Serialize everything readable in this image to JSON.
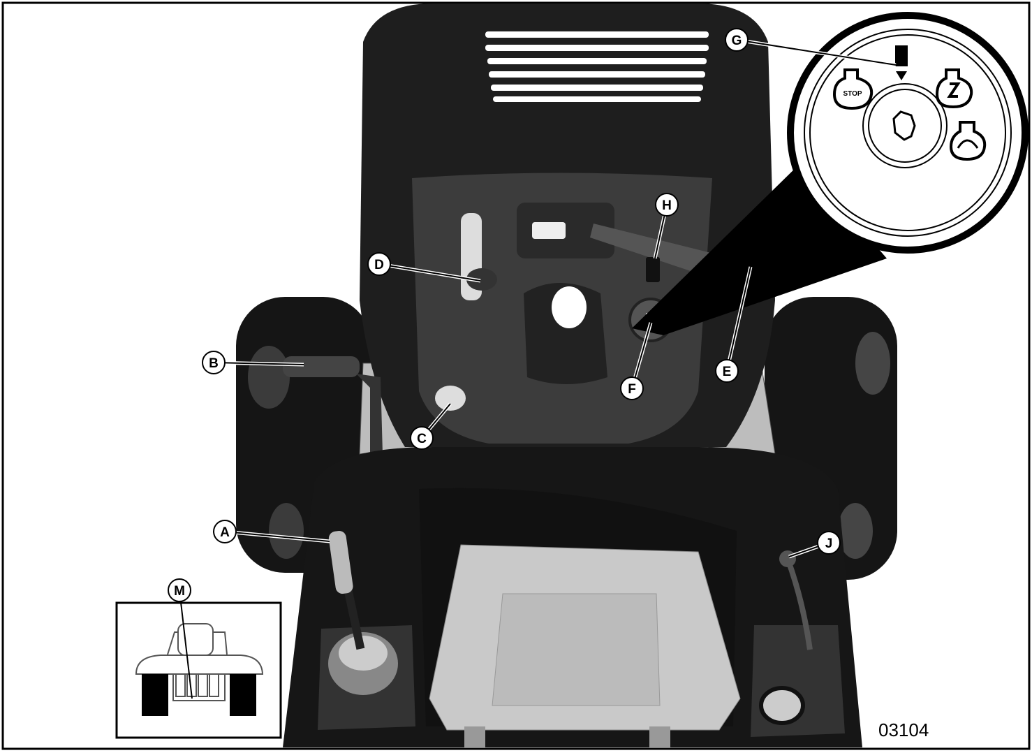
{
  "figure_number": "03104",
  "callouts": {
    "A": "A",
    "B": "B",
    "C": "C",
    "D": "D",
    "E": "E",
    "F": "F",
    "G": "G",
    "H": "H",
    "J": "J",
    "M": "M"
  },
  "ignition_switch": {
    "stop_label": "STOP",
    "positions": [
      "stop-icon",
      "mow-in-reverse-icon",
      "run-icon",
      "start-icon"
    ]
  },
  "colors": {
    "body": "#1c1c1c",
    "panel": "#3c3c3c",
    "seat": "#c9c9c9",
    "outline": "#000000"
  }
}
